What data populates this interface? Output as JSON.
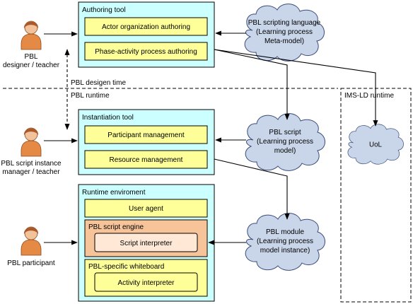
{
  "colors": {
    "tool_fill": "#ccffff",
    "item_fill": "#ffff99",
    "engine_fill": "#f7c49a",
    "cloud_fill": "#c9d6ea",
    "actor_skin": "#f2c29a",
    "actor_hair": "#a9592a",
    "actor_body": "#e58a44"
  },
  "actors": {
    "designer": [
      "PBL",
      "designer / teacher"
    ],
    "manager": [
      "PBL script instance",
      "manager / teacher"
    ],
    "participant": [
      "PBL participant"
    ]
  },
  "phases": {
    "design_time": "PBL desigen time",
    "runtime": "PBL runtime"
  },
  "authoring_tool": {
    "title": "Authoring tool",
    "items": [
      "Actor organization authoring",
      "Phase-activity process authoring"
    ]
  },
  "instantiation_tool": {
    "title": "Instantiation tool",
    "items": [
      "Participant management",
      "Resource management"
    ]
  },
  "runtime_environment": {
    "title": "Runtime enviroment",
    "user_agent": "User agent",
    "script_engine": {
      "title": "PBL script engine",
      "interpreter": "Script interpreter"
    },
    "whiteboard": {
      "title": "PBL-specific whiteboard",
      "interpreter": "Activity interpreter"
    }
  },
  "clouds": {
    "scripting_language": [
      "PBL scripting language",
      "(Learning process",
      "Meta-model)"
    ],
    "script": [
      "PBL script",
      "(Learning process",
      "model)"
    ],
    "module": [
      "PBL module",
      "(Learning process",
      "model instance)"
    ],
    "uol": [
      "UoL"
    ]
  },
  "ims_ld": {
    "title": "IMS-LD runtime"
  }
}
